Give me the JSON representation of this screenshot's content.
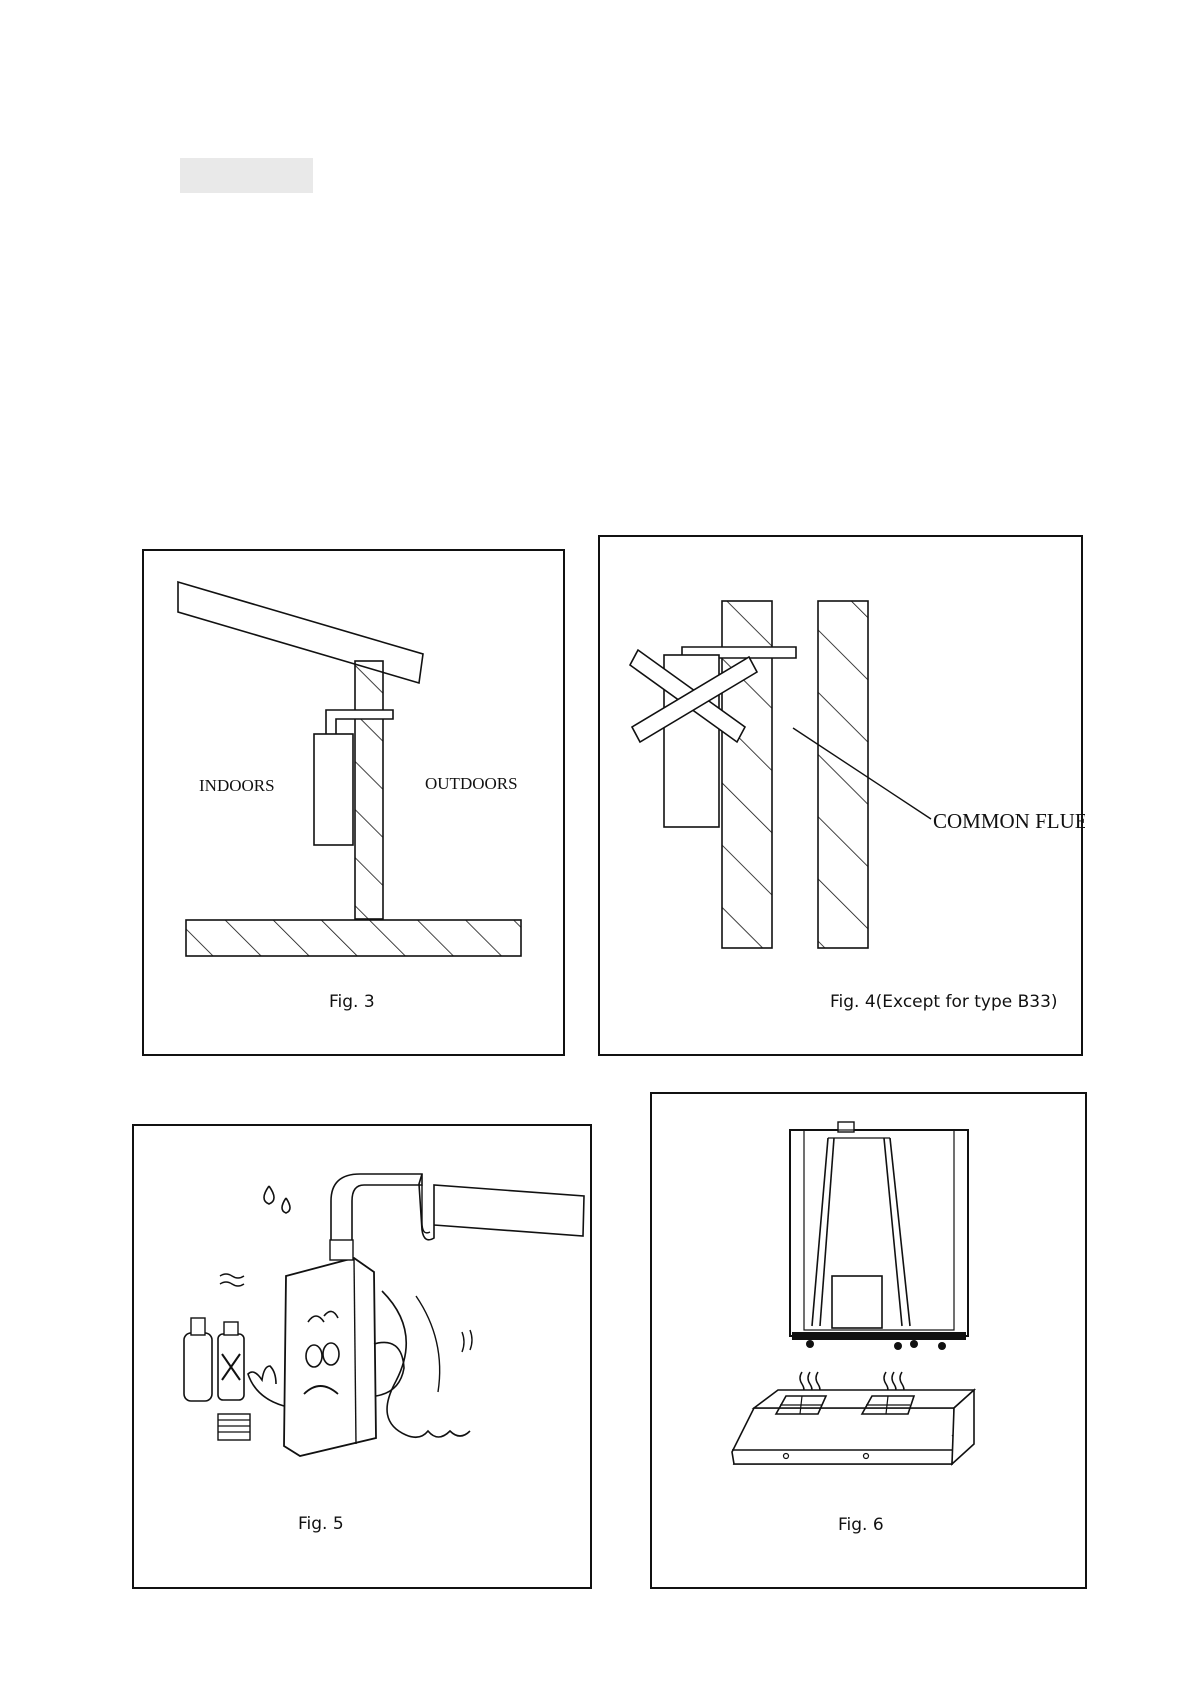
{
  "fig3": {
    "caption": "Fig. 3",
    "indoors": "INDOORS",
    "outdoors": "OUTDOORS"
  },
  "fig4": {
    "caption": "Fig. 4(Except for type B33)",
    "common_flue": "COMMON FLUE"
  },
  "fig5": {
    "caption": "Fig. 5"
  },
  "fig6": {
    "caption": "Fig. 6"
  }
}
